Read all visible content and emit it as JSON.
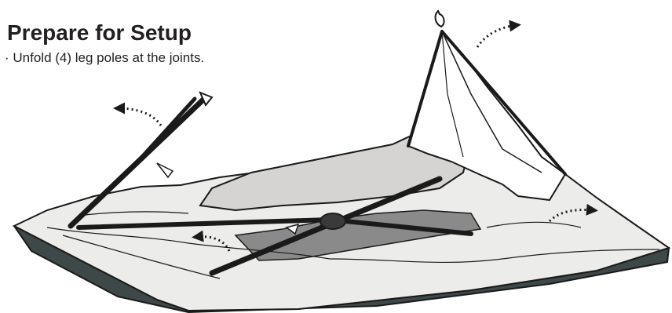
{
  "instructions": {
    "title": "Prepare for Setup",
    "step_bullet": "· Unfold (4) leg poles at the joints."
  },
  "illustration": {
    "subject": "collapsed-tent-with-leg-poles",
    "arrow_icons": [
      "arrow-upper-left-icon",
      "arrow-upper-right-icon",
      "arrow-lower-left-icon",
      "arrow-lower-right-icon"
    ],
    "colors": {
      "outline": "#1a1a1a",
      "fabric_light": "#ffffff",
      "fabric_gray": "#d6d4d2",
      "fabric_mid": "#8a8a8a",
      "base_dark": "#3e4849"
    }
  }
}
